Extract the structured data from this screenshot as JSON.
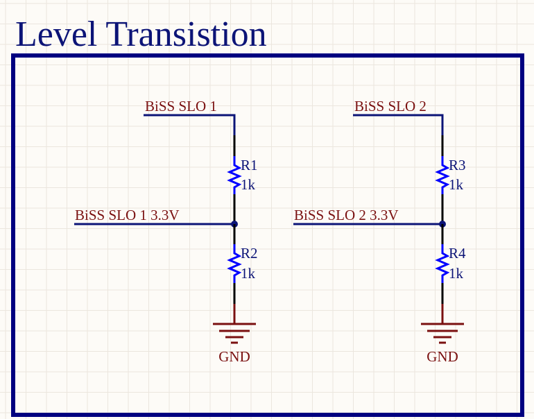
{
  "title": "Level Transistion",
  "colors": {
    "frame": "#000080",
    "wire": "#0c1477",
    "resistor": "#0000ff",
    "pin": "#000000",
    "power": "#7a1010",
    "grid": "#ebe6de"
  },
  "circuits": [
    {
      "input_net": "BiSS SLO 1",
      "output_net": "BiSS SLO 1 3.3V",
      "top_ref": "R1",
      "top_value": "1k",
      "bottom_ref": "R2",
      "bottom_value": "1k",
      "ground": "GND"
    },
    {
      "input_net": "BiSS SLO 2",
      "output_net": "BiSS SLO 2 3.3V",
      "top_ref": "R3",
      "top_value": "1k",
      "bottom_ref": "R4",
      "bottom_value": "1k",
      "ground": "GND"
    }
  ]
}
